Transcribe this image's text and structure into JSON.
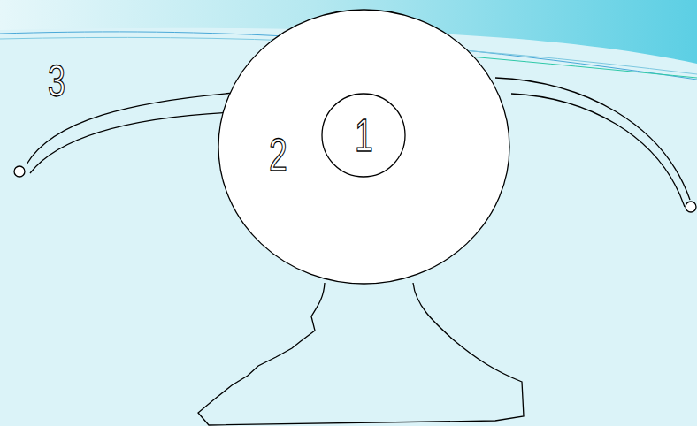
{
  "diagram": {
    "nodes": [
      {
        "text": [
          "2"
        ]
      },
      {
        "text": [
          "1"
        ],
        "in": 0
      }
    ],
    "labels": [
      "3"
    ]
  }
}
